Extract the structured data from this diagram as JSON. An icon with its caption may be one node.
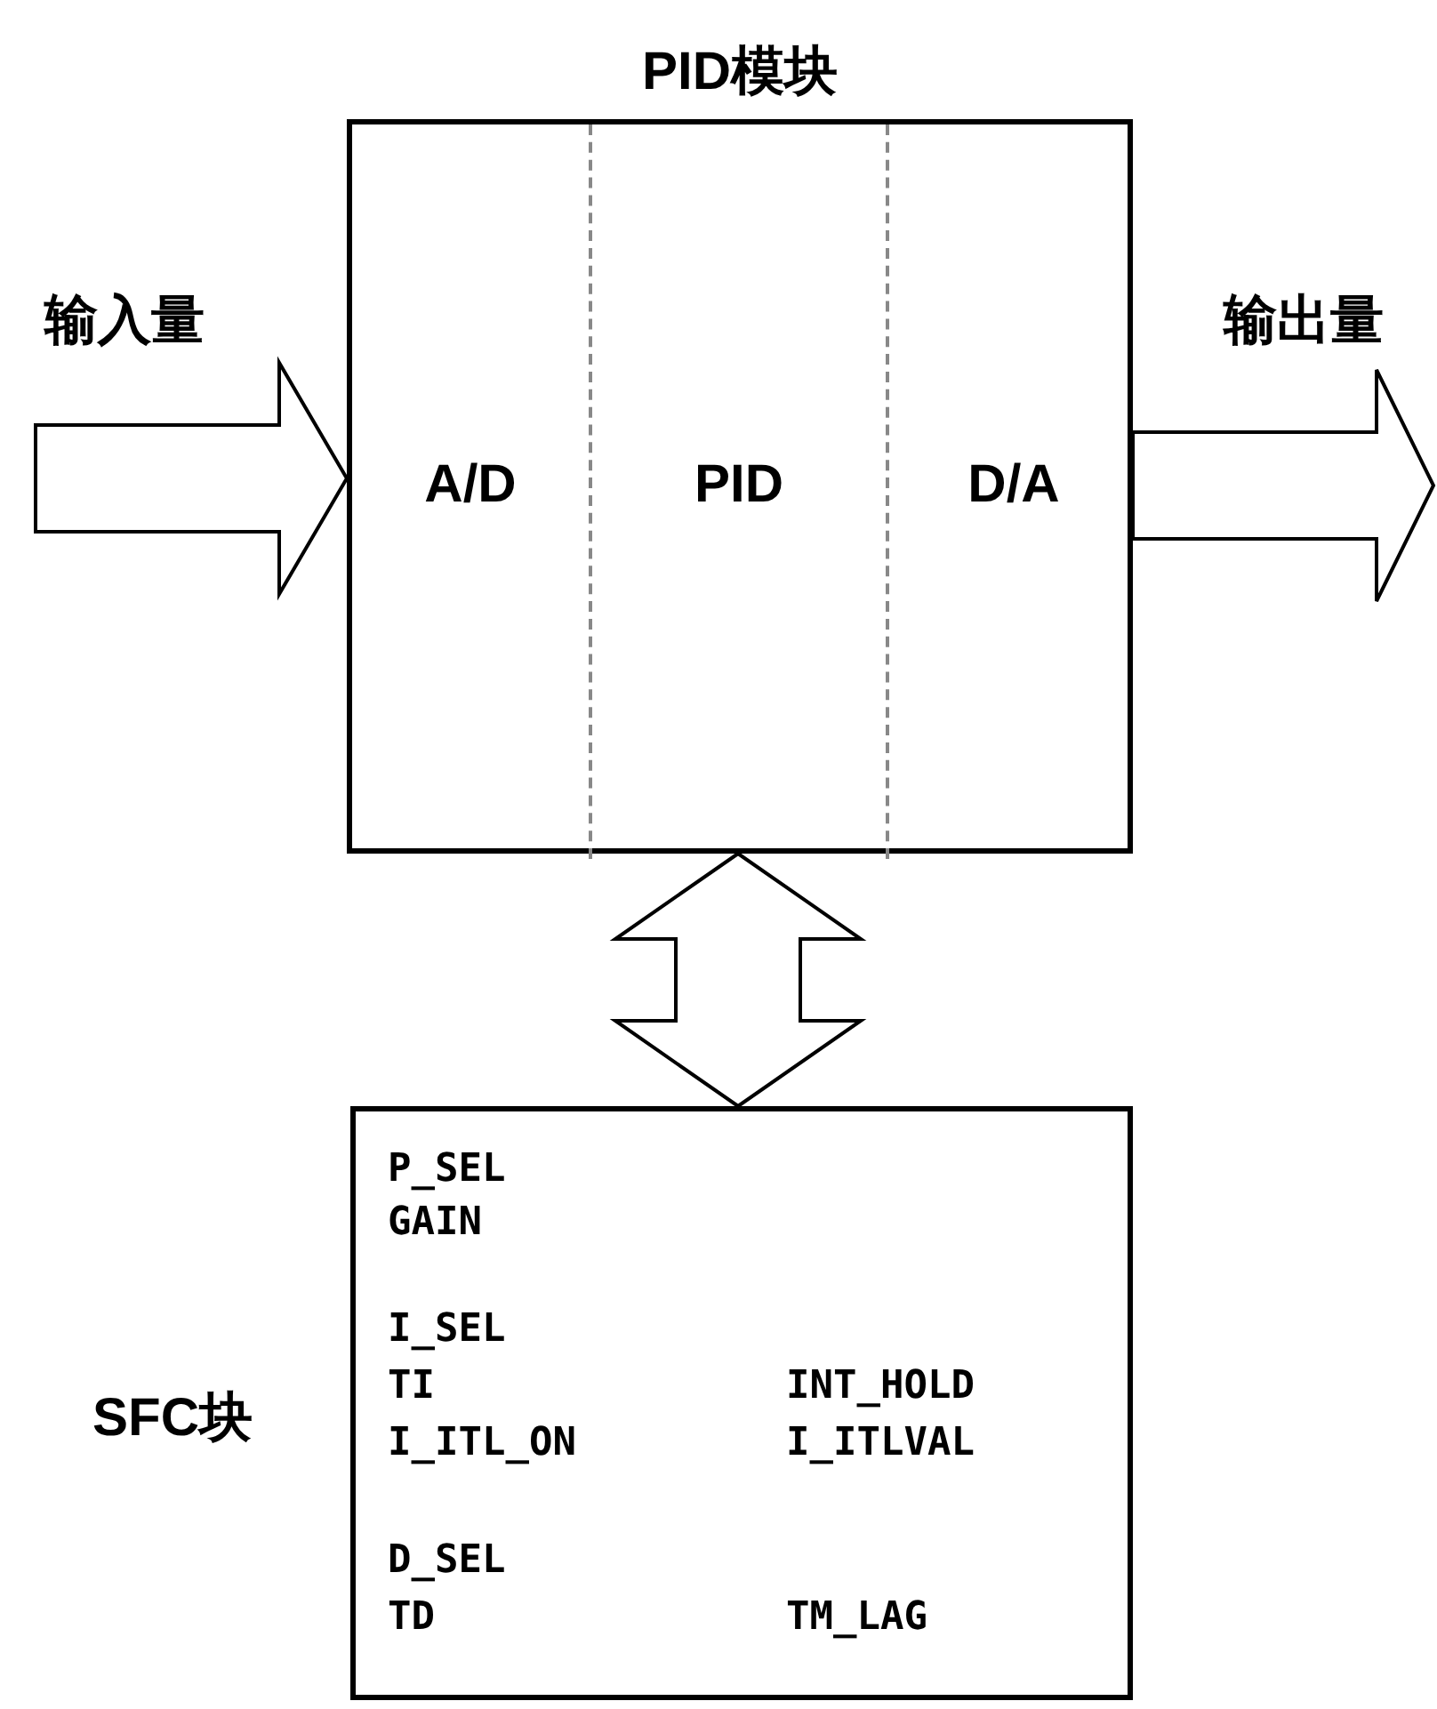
{
  "diagram": {
    "nodes": [
      {
        "text": [
          "PID模块"
        ]
      },
      {
        "text": [
          "A/D"
        ],
        "in": 0
      },
      {
        "text": [
          "PID"
        ],
        "in": 0
      },
      {
        "text": [
          "D/A"
        ],
        "in": 0
      },
      {
        "text": [
          "SFC块",
          "P_SEL",
          "GAIN",
          "I_SEL",
          "TI",
          "I_ITL_ON",
          "D_SEL",
          "TD",
          "INT_HOLD",
          "I_ITLVAL",
          "TM_LAG"
        ]
      }
    ],
    "edges": [
      {
        "from": null,
        "to": 0,
        "arrow": "to",
        "label": "输入量",
        "style": "thick"
      },
      {
        "from": 0,
        "to": null,
        "arrow": "to",
        "label": "输出量",
        "style": "thick"
      },
      {
        "from": 0,
        "to": 4,
        "arrow": "both",
        "style": "thick"
      }
    ]
  }
}
